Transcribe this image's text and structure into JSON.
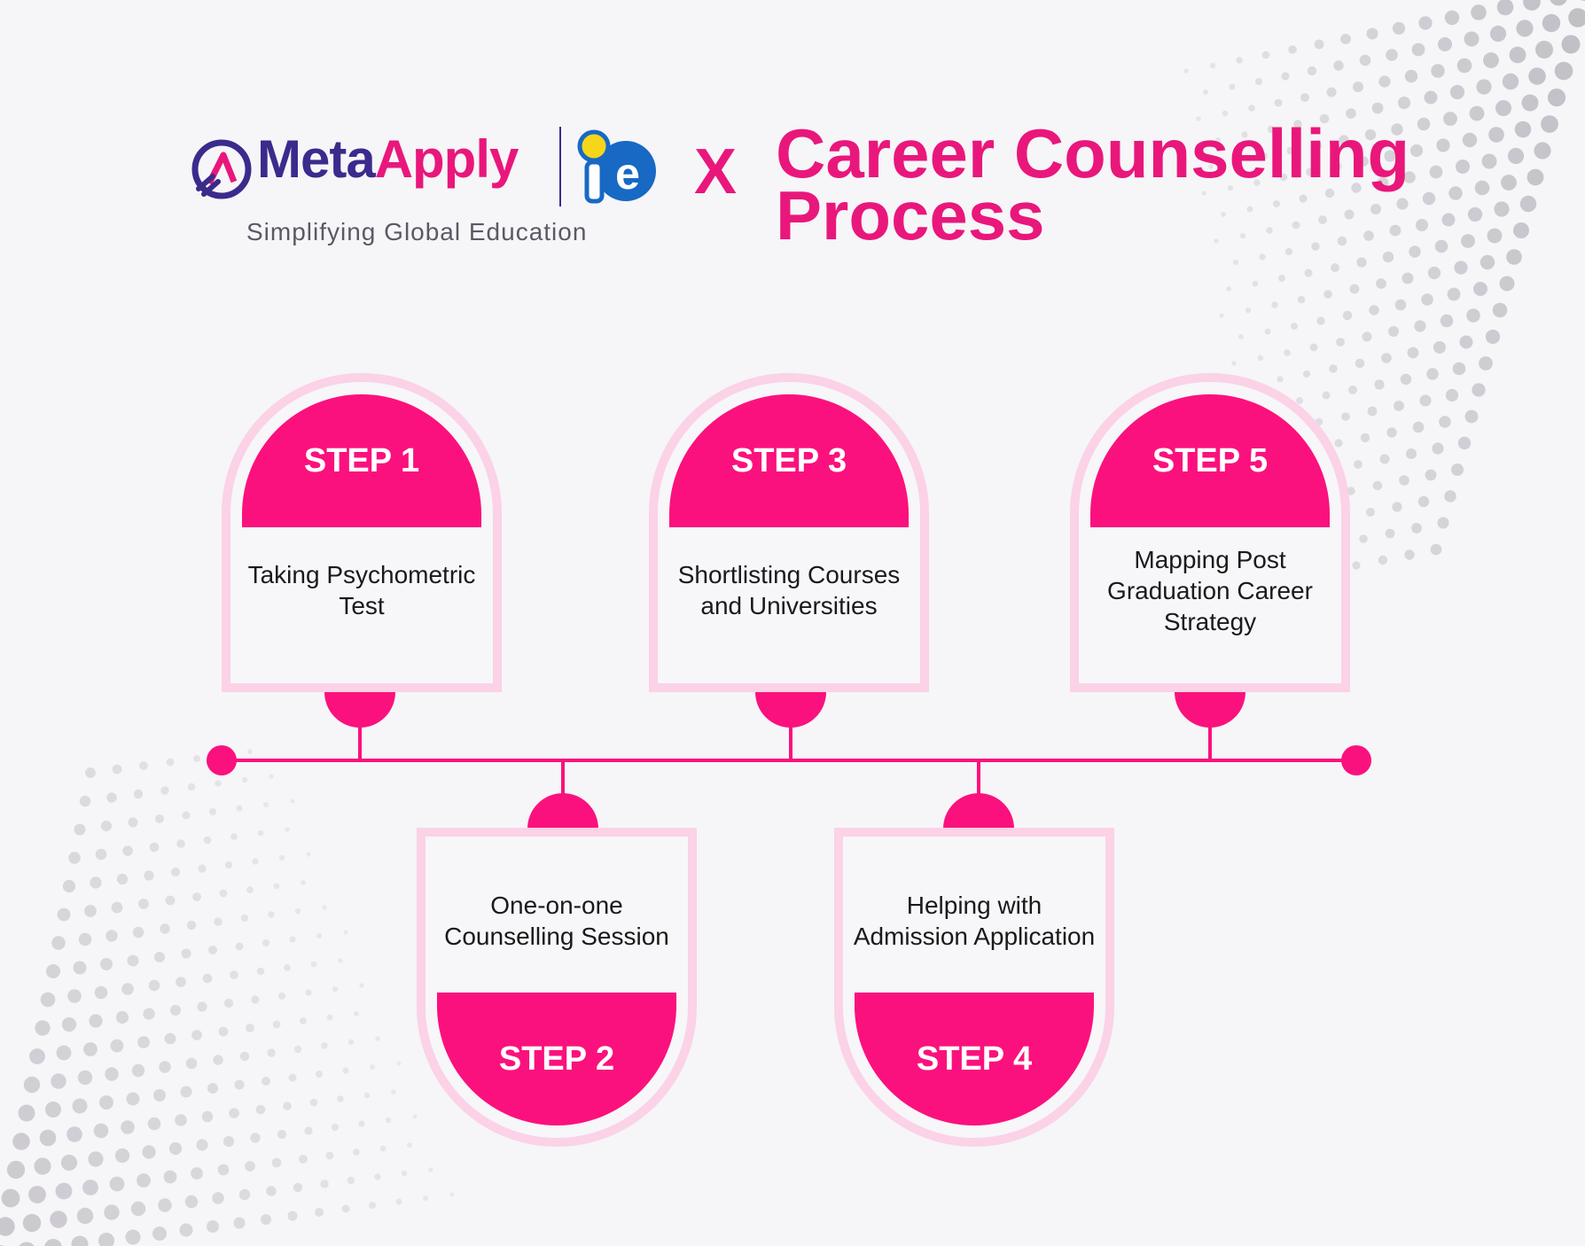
{
  "brand": {
    "name_part1": "Meta",
    "name_part2": "Apply",
    "tagline": "Simplifying Global Education",
    "partner_logo_text": "ie",
    "logo_icon": "rocket-circle-icon"
  },
  "header": {
    "separator": "X",
    "title_line1": "Career Counselling",
    "title_line2": "Process"
  },
  "steps": [
    {
      "label": "STEP 1",
      "description": "Taking Psychometric Test"
    },
    {
      "label": "STEP 2",
      "description": "One-on-one Counselling Session"
    },
    {
      "label": "STEP 3",
      "description": "Shortlisting Courses and Universities"
    },
    {
      "label": "STEP 4",
      "description": "Helping with Admission Application"
    },
    {
      "label": "STEP 5",
      "description": "Mapping Post Graduation Career Strategy"
    }
  ],
  "colors": {
    "accent": "#fb117d",
    "brand_purple": "#3a2b8c",
    "card_border": "#fbd2e6",
    "background": "#f6f5f8"
  }
}
